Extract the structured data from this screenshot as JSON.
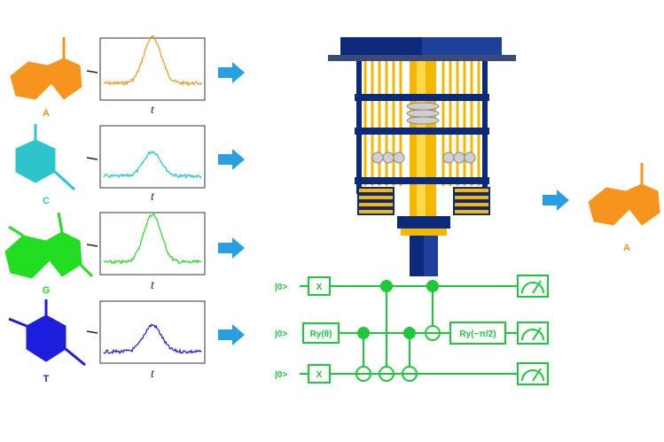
{
  "colors": {
    "A": "#f7941d",
    "C": "#2ec4cc",
    "G": "#22dd22",
    "T": "#1d1ddd",
    "arrow": "#2a9fe0",
    "circuit": "#1ec83c",
    "cryostat_dark": "#0d2a7a",
    "cryostat_gold": "#f5b800"
  },
  "bases": [
    {
      "letter": "A",
      "axis_label": "t",
      "trace": "orange"
    },
    {
      "letter": "C",
      "axis_label": "t",
      "trace": "cyan"
    },
    {
      "letter": "G",
      "axis_label": "t",
      "trace": "green"
    },
    {
      "letter": "T",
      "axis_label": "t",
      "trace": "blue"
    }
  ],
  "output": {
    "letter": "A"
  },
  "circuit": {
    "qubits": [
      "|0>",
      "|0>",
      "|0>"
    ],
    "gates": {
      "x_top": "X",
      "ry_mid": "Ry(θ)",
      "x_bottom": "X",
      "ry_final": "Ry(−π/2)"
    },
    "measurements": 3
  }
}
